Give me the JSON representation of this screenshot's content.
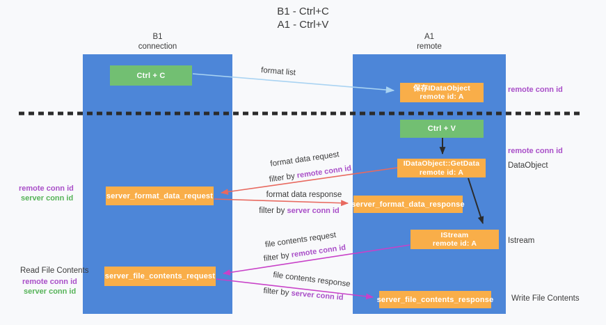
{
  "title": {
    "line1": "B1 - Ctrl+C",
    "line2": "A1 - Ctrl+V"
  },
  "columns": {
    "left": {
      "name": "B1",
      "subtitle": "connection"
    },
    "right": {
      "name": "A1",
      "subtitle": "remote"
    }
  },
  "boxes": {
    "ctrl_c": {
      "label": "Ctrl + C"
    },
    "ctrl_v": {
      "label": "Ctrl + V"
    },
    "save_idataobject": {
      "line1": "保存IDataObject",
      "line2": "remote id: A"
    },
    "getdata": {
      "line1": "IDataObject::GetData",
      "line2": "remote id: A"
    },
    "istream": {
      "line1": "IStream",
      "line2": "remote id: A"
    },
    "server_format_data_request": {
      "label": "server_format_data_request"
    },
    "server_format_data_response": {
      "label": "server_format_data_response"
    },
    "server_file_contents_request": {
      "label": "server_file_contents_request"
    },
    "server_file_contents_response": {
      "label": "server_file_contents_response"
    }
  },
  "arrow_labels": {
    "format_list": "format list",
    "format_data_request": "format data request",
    "format_data_response": "format data response",
    "file_contents_request": "file contents request",
    "file_contents_response": "file contents response",
    "filter_by": "filter by",
    "remote_conn_id": "remote conn id",
    "server_conn_id": "server conn id"
  },
  "side_labels": {
    "remote_conn_id": "remote conn id",
    "server_conn_id": "server conn id",
    "dataobject": "DataObject",
    "istream": "Istream",
    "read_file_contents": "Read File Contents",
    "write_file_contents": "Write File Contents"
  },
  "colors": {
    "column_blue": "#4d86d8",
    "box_green": "#72bf72",
    "box_orange": "#f9ae49",
    "arrow_lightblue": "#a9d3f2",
    "arrow_salmon": "#e8695f",
    "arrow_magenta": "#c841c8",
    "arrow_black": "#2b2b2b",
    "text_purple": "#a94fc8",
    "text_green": "#56b358"
  }
}
